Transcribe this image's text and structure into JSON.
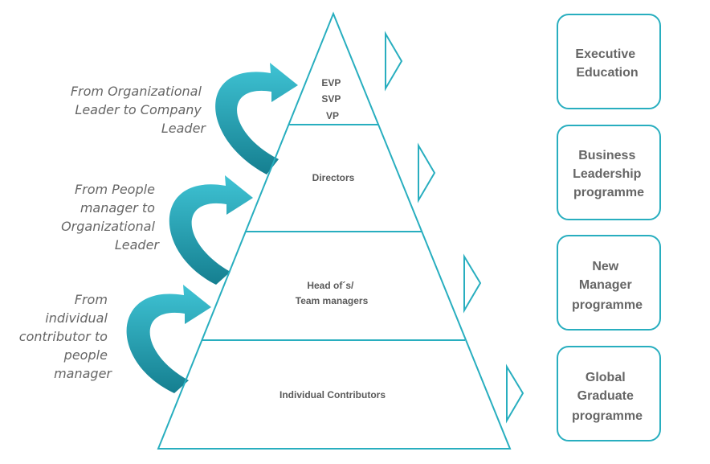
{
  "pyramid": {
    "levels": [
      {
        "lines": [
          "EVP",
          "SVP",
          "VP"
        ]
      },
      {
        "lines": [
          "Directors"
        ]
      },
      {
        "lines": [
          "Head of´s/",
          "Team managers"
        ]
      },
      {
        "lines": [
          "Individual Contributors"
        ]
      }
    ]
  },
  "transitions": [
    {
      "lines": [
        "From Organizational",
        "Leader to Company",
        "Leader"
      ]
    },
    {
      "lines": [
        "From People",
        "manager to",
        "Organizational",
        "Leader"
      ]
    },
    {
      "lines": [
        "From",
        "individual",
        "contributor to",
        "people",
        "manager"
      ]
    }
  ],
  "programmes": [
    {
      "lines": [
        "Executive",
        "Education"
      ]
    },
    {
      "lines": [
        "Business",
        "Leadership",
        "programme"
      ]
    },
    {
      "lines": [
        "New",
        "Manager",
        "programme"
      ]
    },
    {
      "lines": [
        "Global",
        "Graduate",
        "programme"
      ]
    }
  ],
  "colors": {
    "accent": "#28aebf",
    "arrow_light": "#3fc3d4",
    "arrow_dark": "#1a8595",
    "text": "#666666"
  }
}
